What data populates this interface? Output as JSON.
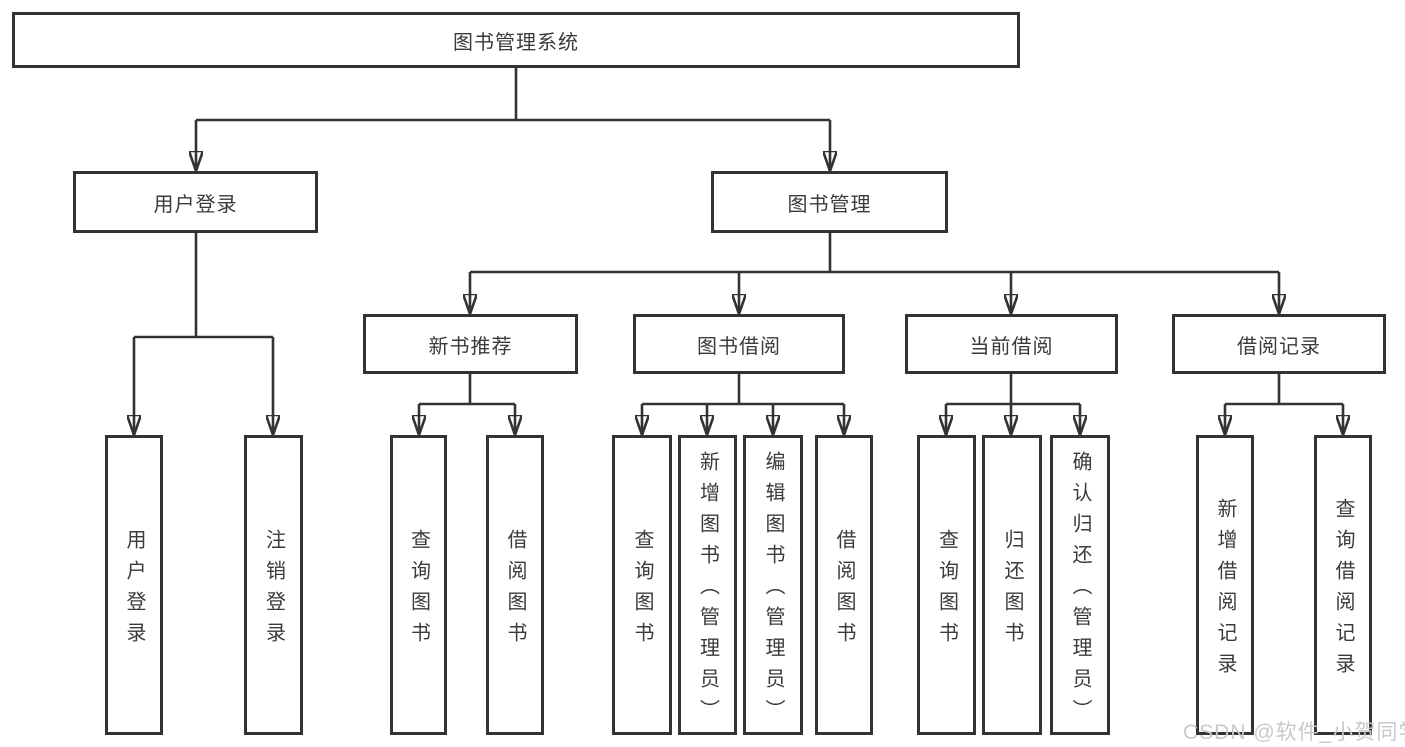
{
  "colors": {
    "border": "#333333",
    "text": "#3b3b3b",
    "line": "#333333",
    "watermark": "#c9c9c9",
    "background": "#ffffff"
  },
  "tree": {
    "label": "图书管理系统",
    "children": [
      {
        "label": "用户登录",
        "children": [
          {
            "label": "用户登录"
          },
          {
            "label": "注销登录"
          }
        ]
      },
      {
        "label": "图书管理",
        "children": [
          {
            "label": "新书推荐",
            "children": [
              {
                "label": "查询图书"
              },
              {
                "label": "借阅图书"
              }
            ]
          },
          {
            "label": "图书借阅",
            "children": [
              {
                "label": "查询图书"
              },
              {
                "label": "新增图书（管理员）"
              },
              {
                "label": "编辑图书（管理员）"
              },
              {
                "label": "借阅图书"
              }
            ]
          },
          {
            "label": "当前借阅",
            "children": [
              {
                "label": "查询图书"
              },
              {
                "label": "归还图书"
              },
              {
                "label": "确认归还（管理员）"
              }
            ]
          },
          {
            "label": "借阅记录",
            "children": [
              {
                "label": "新增借阅记录"
              },
              {
                "label": "查询借阅记录"
              }
            ]
          }
        ]
      }
    ]
  },
  "watermark": {
    "text": "CSDN @软件_小贺同学"
  }
}
